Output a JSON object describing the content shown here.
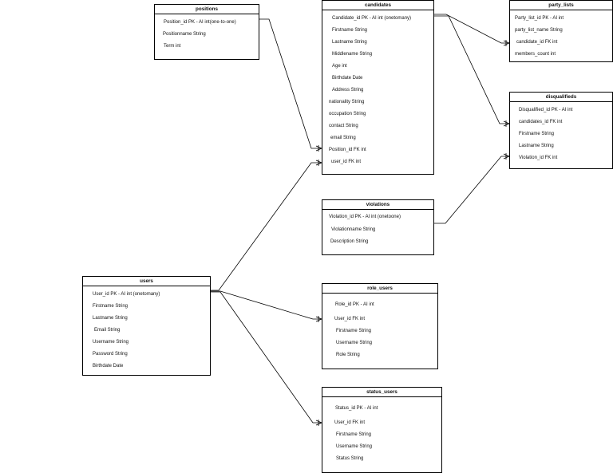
{
  "entities": {
    "positions": {
      "title": "positions",
      "fields": [
        "Position_id PK - AI int(one-to-one)",
        "Positionname String",
        "Term int"
      ]
    },
    "candidates": {
      "title": "candidates",
      "fields": [
        "Candidate_id PK - AI int (onetomany)",
        "Firstname String",
        "Lastname String",
        "Middlename String",
        "Age int",
        "Birthdate Date",
        "Address String",
        "nationality String",
        "occupation String",
        "contact String",
        "email String",
        "Position_id FK int",
        "user_id FK int"
      ]
    },
    "party_lists": {
      "title": "party_lists",
      "fields": [
        "Party_list_id PK - AI int",
        "party_list_name String",
        "candidate_id FK int",
        "members_count int"
      ]
    },
    "disqualifieds": {
      "title": "disqualifieds",
      "fields": [
        "Disqualified_id  PK - AI int",
        "candidates_id FK int",
        "Firstname String",
        "Lastname String",
        "Violation_id FK int"
      ]
    },
    "violations": {
      "title": "violations",
      "fields": [
        "Violation_id  PK - AI int (onetoone)",
        "Violationname String",
        "Description String"
      ]
    },
    "users": {
      "title": "users",
      "fields": [
        "User_id PK - AI int (onetomany)",
        "Firstname String",
        "Lastname String",
        "Email String",
        "Username String",
        "Password String",
        "Birthdate Date"
      ]
    },
    "role_users": {
      "title": "role_users",
      "fields": [
        "Role_id PK - AI int",
        "User_id FK int",
        "Firstname String",
        "Username String",
        "Role String"
      ]
    },
    "status_users": {
      "title": "status_users",
      "fields": [
        "Status_id PK - AI int",
        "User_id FK int",
        "Firstname String",
        "Username String",
        "Status String"
      ]
    }
  }
}
